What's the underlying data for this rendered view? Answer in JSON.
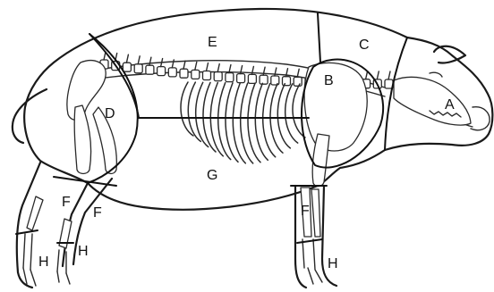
{
  "labels": {
    "A": "A",
    "B": "B",
    "C": "C",
    "D": "D",
    "E": "E",
    "F": "F",
    "G": "G",
    "H": "H"
  }
}
